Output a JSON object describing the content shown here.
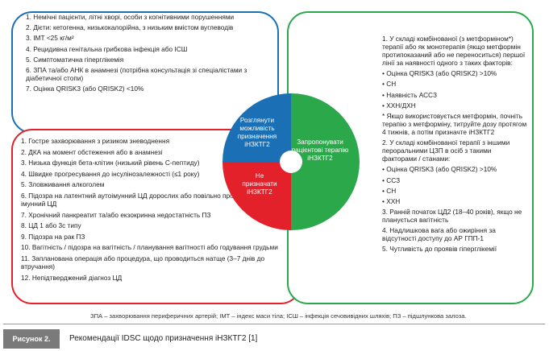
{
  "blue_box": {
    "items": [
      "1. Немічні пацієнти, літні хворі, особи з когнітивними порушеннями",
      "2. Дієти: кетогенна, низькокалорійна, з низьким вмістом вуглеводів",
      "3. ІМТ <25 кг/м²",
      "4. Рецидивна генітальна грибкова інфекція або ІСШ",
      "5. Симптоматична гіперглікемія",
      "6. ЗПА та/або АНК в анамнезі (потрібна консультація зі спеціалістами з діабетичної стопи)",
      "7. Оцінка QRISK3 (або QRISK2) <10%"
    ]
  },
  "red_box": {
    "items": [
      "1. Гостре захворювання з ризиком зневоднення",
      "2. ДКА на момент обстеження або в анамнезі",
      "3. Низька функція бета-клітин (низький рівень С-пептиду)",
      "4. Швидке прогресування до інсулінозалежності (≤1 року)",
      "5. Зловживання алкоголем",
      "6. Підозра на латентний аутоімунний ЦД дорослих або повільно прогресуючий імунний ЦД",
      "7. Хронічний панкреатит та/або екзокринна недостатність ПЗ",
      "8. ЦД 1 або 3с типу",
      "9. Підозра на рак ПЗ",
      "10. Вагітність / підозра на вагітність / планування вагітності або годування грудьми",
      "11. Запланована операція або процедура, що проводиться натще (3–7 днів до втручання)",
      "12. Непідтверджений діагноз ЦД"
    ]
  },
  "green_box": {
    "items": [
      "1. У складі комбінованої (з метформіном*) терапії або як монотерапія (якщо метформін протипоказаний або не переноситься) першої лінії за наявності одного з таких факторів:",
      "• Оцінка QRISK3 (або QRISK2) >10%",
      "• СН",
      "• Наявність АССЗ",
      "• ХХН/ДХН",
      "* Якщо використовується метформін, почніть терапію з метформіну, титруйте дозу протягом 4 тижнів, а потім призначте іНЗКТГ2",
      "2. У складі комбінованої терапії з іншими пероральними ЦЗП в осіб з такими факторами / станами:",
      "• Оцінка QRISK3 (або QRISK2) >10%",
      "• ССЗ",
      "• СН",
      "• ХХН",
      "3. Ранній початок ЦД2 (18–40 років), якщо не планується вагітність",
      "4. Надлишкова вага або ожиріння за відсутності доступу до АР ГПП-1",
      "5. Чутливість до проявів гіперглікемії"
    ]
  },
  "circle": {
    "blue_label": "Розглянути можливість призначення іНЗКТГ2",
    "green_label": "Запропонувати пацієнтові терапію іНЗКТГ2",
    "red_label": "Не призначати іНЗКТГ2",
    "colors": {
      "blue": "#1a6fb5",
      "green": "#2aa84a",
      "red": "#e3212b"
    }
  },
  "footnote": "ЗПА – захворювання периферичних артерій; ІМТ – індекс маси тіла; ІСШ – інфекція сечовивідних шляхів; ПЗ – підшлункова залоза.",
  "figure": {
    "label": "Рисунок 2.",
    "caption": "Рекомендації IDSC щодо призначення іНЗКТГ2 [1]"
  }
}
